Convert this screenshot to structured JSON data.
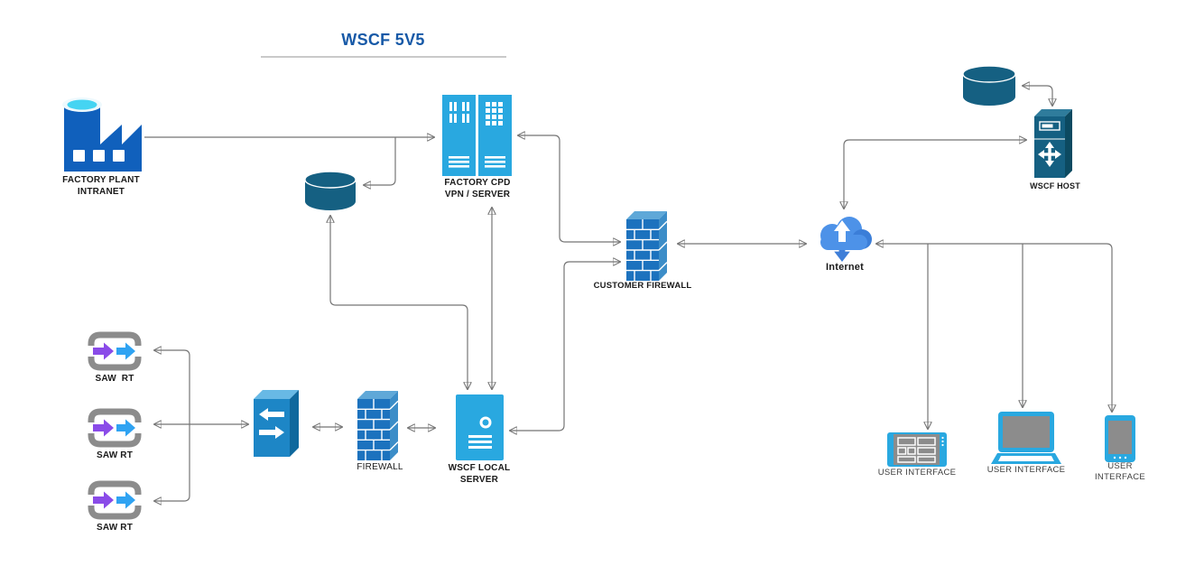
{
  "title": "WSCF 5V5",
  "colors": {
    "title_blue": "#1759A7",
    "light_blue": "#29A8E0",
    "dark_teal": "#156082",
    "brick_blue": "#1C72BE",
    "factory_blue": "#1060BC",
    "cloud_blue": "#4D92E8",
    "saw_purple": "#8A4BE8",
    "saw_blue": "#2FA3F2",
    "device_gray": "#8C8C8C",
    "wire_gray": "#757575"
  },
  "nodes": {
    "factory_plant": {
      "label": "FACTORY PLANT\nINTRANET"
    },
    "factory_cpd": {
      "label": "FACTORY CPD\nVPN / SERVER"
    },
    "customer_firewall": {
      "label": "CUSTOMER FIREWALL"
    },
    "internet": {
      "label": "Internet"
    },
    "wscf_host": {
      "label": "WSCF HOST"
    },
    "saw_rt_1": {
      "label": "SAW  RT"
    },
    "saw_rt_2": {
      "label": "SAW RT"
    },
    "saw_rt_3": {
      "label": "SAW RT"
    },
    "firewall": {
      "label": "FIREWALL"
    },
    "wscf_local_server": {
      "label": "WSCF LOCAL\nSERVER"
    },
    "ui_dashboard": {
      "label": "USER INTERFACE"
    },
    "ui_laptop": {
      "label": "USER INTERFACE"
    },
    "ui_mobile": {
      "label": "USER\nINTERFACE"
    }
  }
}
